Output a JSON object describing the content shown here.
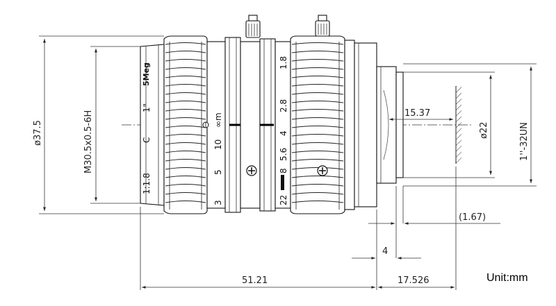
{
  "unit_label": "Unit:mm",
  "dimensions": {
    "outer_diameter": "ø37.5",
    "mount_thread": "M30.5x0.5-6H",
    "back_diameter": "ø22",
    "rear_thread": "1''-32UN",
    "flange_distance": "15.37",
    "rear_gap": "(1.67)",
    "rear_step": "4",
    "body_length": "51.21",
    "back_length": "17.526"
  },
  "lens_markings": {
    "front_ring": [
      "1:1.8",
      "C",
      "1\"",
      "5Meg"
    ],
    "focus_scale": [
      "3",
      "5",
      "10",
      "∞m"
    ],
    "aperture_scale": [
      "22",
      "8",
      "5.6",
      "4",
      "2.8",
      "1.8"
    ]
  }
}
